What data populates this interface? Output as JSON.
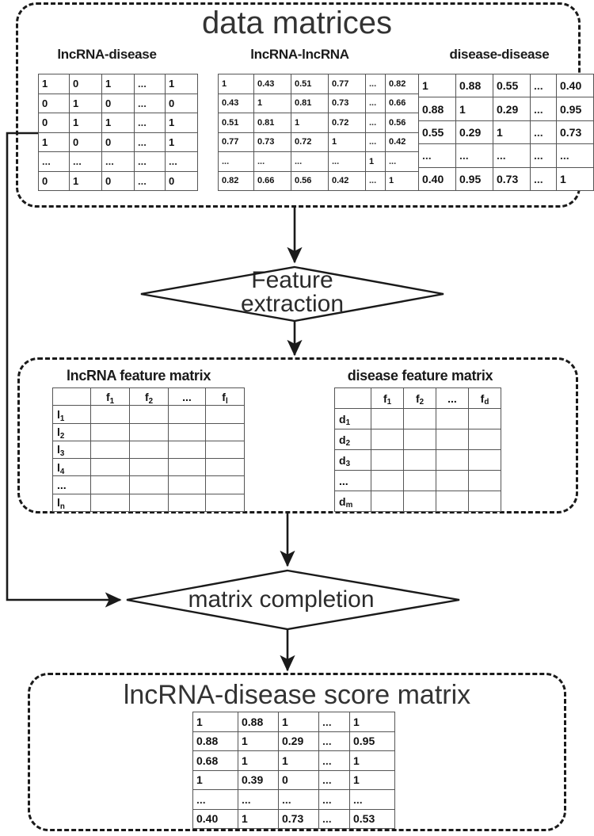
{
  "diagram": {
    "title": "lncRNA-disease prediction pipeline flowchart"
  },
  "sections": {
    "data_matrices": {
      "title": "data matrices",
      "matrices": [
        {
          "name": "lncRNA-disease",
          "title": "lncRNA-disease",
          "rows": [
            [
              "1",
              "0",
              "1",
              "...",
              "1"
            ],
            [
              "0",
              "1",
              "0",
              "...",
              "0"
            ],
            [
              "0",
              "1",
              "1",
              "...",
              "1"
            ],
            [
              "1",
              "0",
              "0",
              "...",
              "1"
            ],
            [
              "...",
              "...",
              "...",
              "...",
              "..."
            ],
            [
              "0",
              "1",
              "0",
              "...",
              "0"
            ]
          ]
        },
        {
          "name": "lncRNA-lncRNA",
          "title": "lncRNA-lncRNA",
          "rows": [
            [
              "1",
              "0.43",
              "0.51",
              "0.77",
              "...",
              "0.82"
            ],
            [
              "0.43",
              "1",
              "0.81",
              "0.73",
              "...",
              "0.66"
            ],
            [
              "0.51",
              "0.81",
              "1",
              "0.72",
              "...",
              "0.56"
            ],
            [
              "0.77",
              "0.73",
              "0.72",
              "1",
              "...",
              "0.42"
            ],
            [
              "...",
              "...",
              "...",
              "...",
              "1",
              "..."
            ],
            [
              "0.82",
              "0.66",
              "0.56",
              "0.42",
              "...",
              "1"
            ]
          ]
        },
        {
          "name": "disease-disease",
          "title": "disease-disease",
          "rows": [
            [
              "1",
              "0.88",
              "0.55",
              "...",
              "0.40"
            ],
            [
              "0.88",
              "1",
              "0.29",
              "...",
              "0.95"
            ],
            [
              "0.55",
              "0.29",
              "1",
              "...",
              "0.73"
            ],
            [
              "...",
              "...",
              "...",
              "...",
              "..."
            ],
            [
              "0.40",
              "0.95",
              "0.73",
              "...",
              "1"
            ]
          ]
        }
      ]
    },
    "feature_extraction": {
      "label_line1": "Feature",
      "label_line2": "extraction"
    },
    "feature_matrices": {
      "lncrna": {
        "title": "lncRNA feature matrix",
        "header": [
          "",
          "f₁",
          "f₂",
          "...",
          "fₗ"
        ],
        "header_plain": [
          "",
          "f1",
          "f2",
          "...",
          "fl"
        ],
        "row_labels": [
          "l₁",
          "l₂",
          "l₃",
          "l₄",
          "...",
          "lₙ"
        ],
        "row_labels_plain": [
          "l1",
          "l2",
          "l3",
          "l4",
          "...",
          "ln"
        ]
      },
      "disease": {
        "title": "disease feature matrix",
        "header": [
          "",
          "f₁",
          "f₂",
          "...",
          "fₔ"
        ],
        "header_plain": [
          "",
          "f1",
          "f2",
          "...",
          "fd"
        ],
        "row_labels": [
          "d₁",
          "d₂",
          "d₃",
          "...",
          "dₘ"
        ],
        "row_labels_plain": [
          "d1",
          "d2",
          "d3",
          "...",
          "dm"
        ]
      }
    },
    "matrix_completion": {
      "label": "matrix completion"
    },
    "score_matrix": {
      "title": "lncRNA-disease score matrix",
      "rows": [
        [
          "1",
          "0.88",
          "1",
          "...",
          "1"
        ],
        [
          "0.88",
          "1",
          "0.29",
          "...",
          "0.95"
        ],
        [
          "0.68",
          "1",
          "1",
          "...",
          "1"
        ],
        [
          "1",
          "0.39",
          "0",
          "...",
          "1"
        ],
        [
          "...",
          "...",
          "...",
          "...",
          "..."
        ],
        [
          "0.40",
          "1",
          "0.73",
          "...",
          "0.53"
        ]
      ]
    }
  },
  "colors": {
    "stroke": "#1a1a1a",
    "cell_border": "#555555",
    "title_text": "#333333",
    "background": "#ffffff"
  }
}
